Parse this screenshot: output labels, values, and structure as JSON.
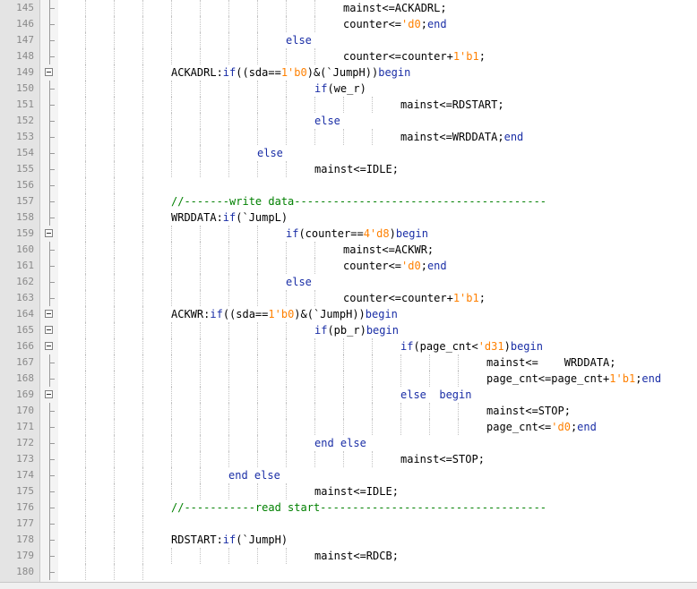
{
  "editor": {
    "lines": [
      {
        "n": "145",
        "col": 383,
        "t": [
          [
            "mainst<=ACKADRL;",
            ""
          ]
        ]
      },
      {
        "n": "146",
        "col": 383,
        "t": [
          [
            "counter<=",
            ""
          ],
          [
            "'d0",
            "num"
          ],
          [
            ";",
            ""
          ],
          [
            "end",
            "kw"
          ]
        ]
      },
      {
        "n": "147",
        "col": 319,
        "t": [
          [
            "else",
            "kw"
          ]
        ]
      },
      {
        "n": "148",
        "col": 383,
        "t": [
          [
            "counter<=counter+",
            ""
          ],
          [
            "1'b1",
            "num"
          ],
          [
            ";",
            ""
          ]
        ]
      },
      {
        "n": "149",
        "col": 191,
        "t": [
          [
            "ACKADRL:",
            ""
          ],
          [
            "if",
            "kw"
          ],
          [
            "((sda==",
            ""
          ],
          [
            "1'b0",
            "num"
          ],
          [
            ")&(`JumpH))",
            ""
          ],
          [
            "begin",
            "kw"
          ]
        ],
        "fold": true
      },
      {
        "n": "150",
        "col": 351,
        "t": [
          [
            "if",
            "kw"
          ],
          [
            "(we_r)",
            ""
          ]
        ]
      },
      {
        "n": "151",
        "col": 447,
        "t": [
          [
            "mainst<=RDSTART;",
            ""
          ]
        ]
      },
      {
        "n": "152",
        "col": 351,
        "t": [
          [
            "else",
            "kw"
          ]
        ]
      },
      {
        "n": "153",
        "col": 447,
        "t": [
          [
            "mainst<=WRDDATA;",
            ""
          ],
          [
            "end",
            "kw"
          ]
        ]
      },
      {
        "n": "154",
        "col": 287,
        "t": [
          [
            "else",
            "kw"
          ]
        ]
      },
      {
        "n": "155",
        "col": 351,
        "t": [
          [
            "mainst<=IDLE;",
            ""
          ]
        ]
      },
      {
        "n": "156",
        "col": 191,
        "t": []
      },
      {
        "n": "157",
        "col": 191,
        "t": [
          [
            "//-------write data---------------------------------------",
            "cmt"
          ]
        ]
      },
      {
        "n": "158",
        "col": 191,
        "t": [
          [
            "WRDDATA:",
            ""
          ],
          [
            "if",
            "kw"
          ],
          [
            "(`JumpL)",
            ""
          ]
        ]
      },
      {
        "n": "159",
        "col": 319,
        "t": [
          [
            "if",
            "kw"
          ],
          [
            "(counter==",
            ""
          ],
          [
            "4'd8",
            "num"
          ],
          [
            ")",
            ""
          ],
          [
            "begin",
            "kw"
          ]
        ],
        "fold": true
      },
      {
        "n": "160",
        "col": 383,
        "t": [
          [
            "mainst<=ACKWR;",
            ""
          ]
        ]
      },
      {
        "n": "161",
        "col": 383,
        "t": [
          [
            "counter<=",
            ""
          ],
          [
            "'d0",
            "num"
          ],
          [
            ";",
            ""
          ],
          [
            "end",
            "kw"
          ]
        ]
      },
      {
        "n": "162",
        "col": 319,
        "t": [
          [
            "else",
            "kw"
          ]
        ]
      },
      {
        "n": "163",
        "col": 383,
        "t": [
          [
            "counter<=counter+",
            ""
          ],
          [
            "1'b1",
            "num"
          ],
          [
            ";",
            ""
          ]
        ]
      },
      {
        "n": "164",
        "col": 191,
        "t": [
          [
            "ACKWR:",
            ""
          ],
          [
            "if",
            "kw"
          ],
          [
            "((sda==",
            ""
          ],
          [
            "1'b0",
            "num"
          ],
          [
            ")&(`JumpH))",
            ""
          ],
          [
            "begin",
            "kw"
          ]
        ],
        "fold": true
      },
      {
        "n": "165",
        "col": 351,
        "t": [
          [
            "if",
            "kw"
          ],
          [
            "(pb_r)",
            ""
          ],
          [
            "begin",
            "kw"
          ]
        ],
        "fold": true
      },
      {
        "n": "166",
        "col": 447,
        "t": [
          [
            "if",
            "kw"
          ],
          [
            "(page_cnt<",
            ""
          ],
          [
            "'d31",
            "num"
          ],
          [
            ")",
            ""
          ],
          [
            "begin",
            "kw"
          ]
        ],
        "fold": true
      },
      {
        "n": "167",
        "col": 543,
        "t": [
          [
            "mainst<=    WRDDATA;",
            ""
          ]
        ]
      },
      {
        "n": "168",
        "col": 543,
        "t": [
          [
            "page_cnt<=page_cnt+",
            ""
          ],
          [
            "1'b1",
            "num"
          ],
          [
            ";",
            ""
          ],
          [
            "end",
            "kw"
          ]
        ]
      },
      {
        "n": "169",
        "col": 447,
        "t": [
          [
            "else",
            "kw"
          ],
          [
            "  ",
            ""
          ],
          [
            "begin",
            "kw"
          ]
        ],
        "fold": true
      },
      {
        "n": "170",
        "col": 543,
        "t": [
          [
            "mainst<=STOP;",
            ""
          ]
        ]
      },
      {
        "n": "171",
        "col": 543,
        "t": [
          [
            "page_cnt<=",
            ""
          ],
          [
            "'d0",
            "num"
          ],
          [
            ";",
            ""
          ],
          [
            "end",
            "kw"
          ]
        ]
      },
      {
        "n": "172",
        "col": 351,
        "t": [
          [
            "end else",
            "kw"
          ]
        ]
      },
      {
        "n": "173",
        "col": 447,
        "t": [
          [
            "mainst<=STOP;",
            ""
          ]
        ]
      },
      {
        "n": "174",
        "col": 255,
        "t": [
          [
            "end else",
            "kw"
          ]
        ]
      },
      {
        "n": "175",
        "col": 351,
        "t": [
          [
            "mainst<=IDLE;",
            ""
          ]
        ]
      },
      {
        "n": "176",
        "col": 191,
        "t": [
          [
            "//-----------read start-----------------------------------",
            "cmt"
          ]
        ]
      },
      {
        "n": "177",
        "col": 191,
        "t": []
      },
      {
        "n": "178",
        "col": 191,
        "t": [
          [
            "RDSTART:",
            ""
          ],
          [
            "if",
            "kw"
          ],
          [
            "(`JumpH)",
            ""
          ]
        ]
      },
      {
        "n": "179",
        "col": 351,
        "t": [
          [
            "mainst<=RDCB;",
            ""
          ]
        ]
      },
      {
        "n": "180",
        "col": 191,
        "t": []
      }
    ]
  }
}
